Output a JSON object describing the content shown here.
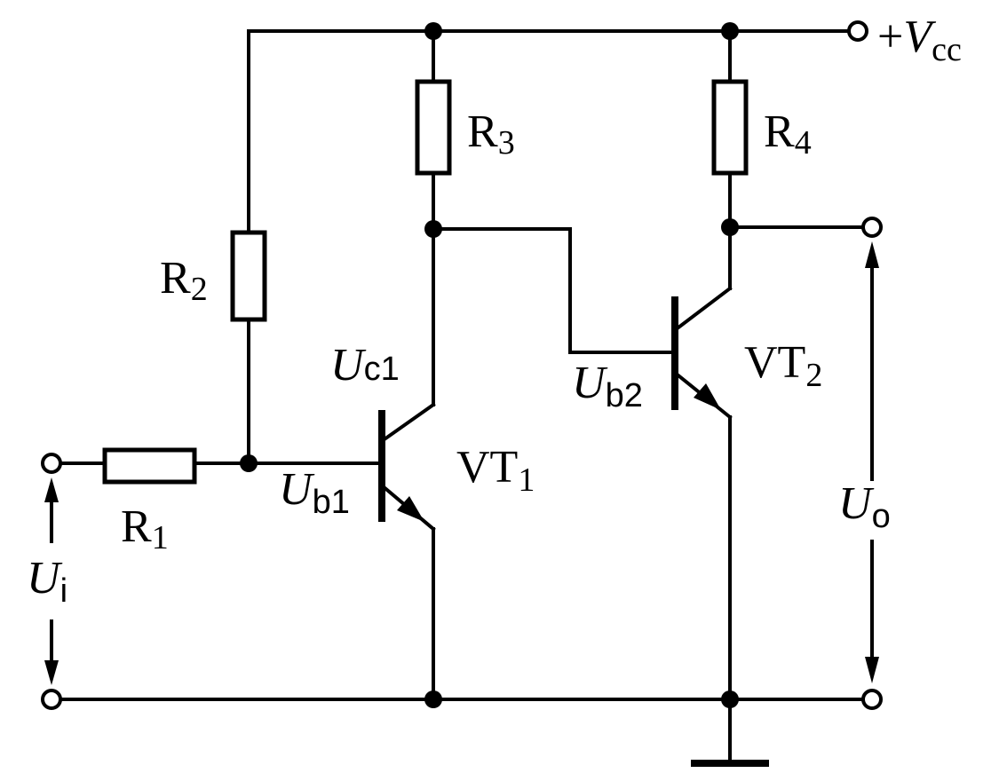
{
  "labels": {
    "vcc_prefix": "+",
    "vcc_main": "V",
    "vcc_sub": "cc",
    "r1_main": "R",
    "r1_sub": "1",
    "r2_main": "R",
    "r2_sub": "2",
    "r3_main": "R",
    "r3_sub": "3",
    "r4_main": "R",
    "r4_sub": "4",
    "vt1_main": "VT",
    "vt1_sub": "1",
    "vt2_main": "VT",
    "vt2_sub": "2",
    "uc1_main": "U",
    "uc1_sub": "c1",
    "ub1_main": "U",
    "ub1_sub": "b1",
    "ub2_main": "U",
    "ub2_sub": "b2",
    "ui_main": "U",
    "ui_sub": "i",
    "uo_main": "U",
    "uo_sub": "o"
  }
}
